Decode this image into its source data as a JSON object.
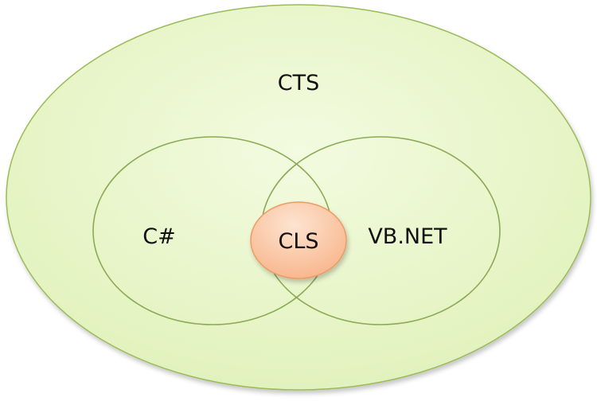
{
  "diagram": {
    "outer": {
      "label": "CTS",
      "fill": "#e2f2bd",
      "fill_inner": "#f3fbe0",
      "stroke": "#9bbb59"
    },
    "left_circle": {
      "label": "C#",
      "stroke": "#8aaa55"
    },
    "right_circle": {
      "label": "VB.NET",
      "stroke": "#8aaa55"
    },
    "center": {
      "label": "CLS",
      "fill": "#f8b48a",
      "fill_highlight": "#fde4d1",
      "stroke": "#ee9a62"
    }
  }
}
